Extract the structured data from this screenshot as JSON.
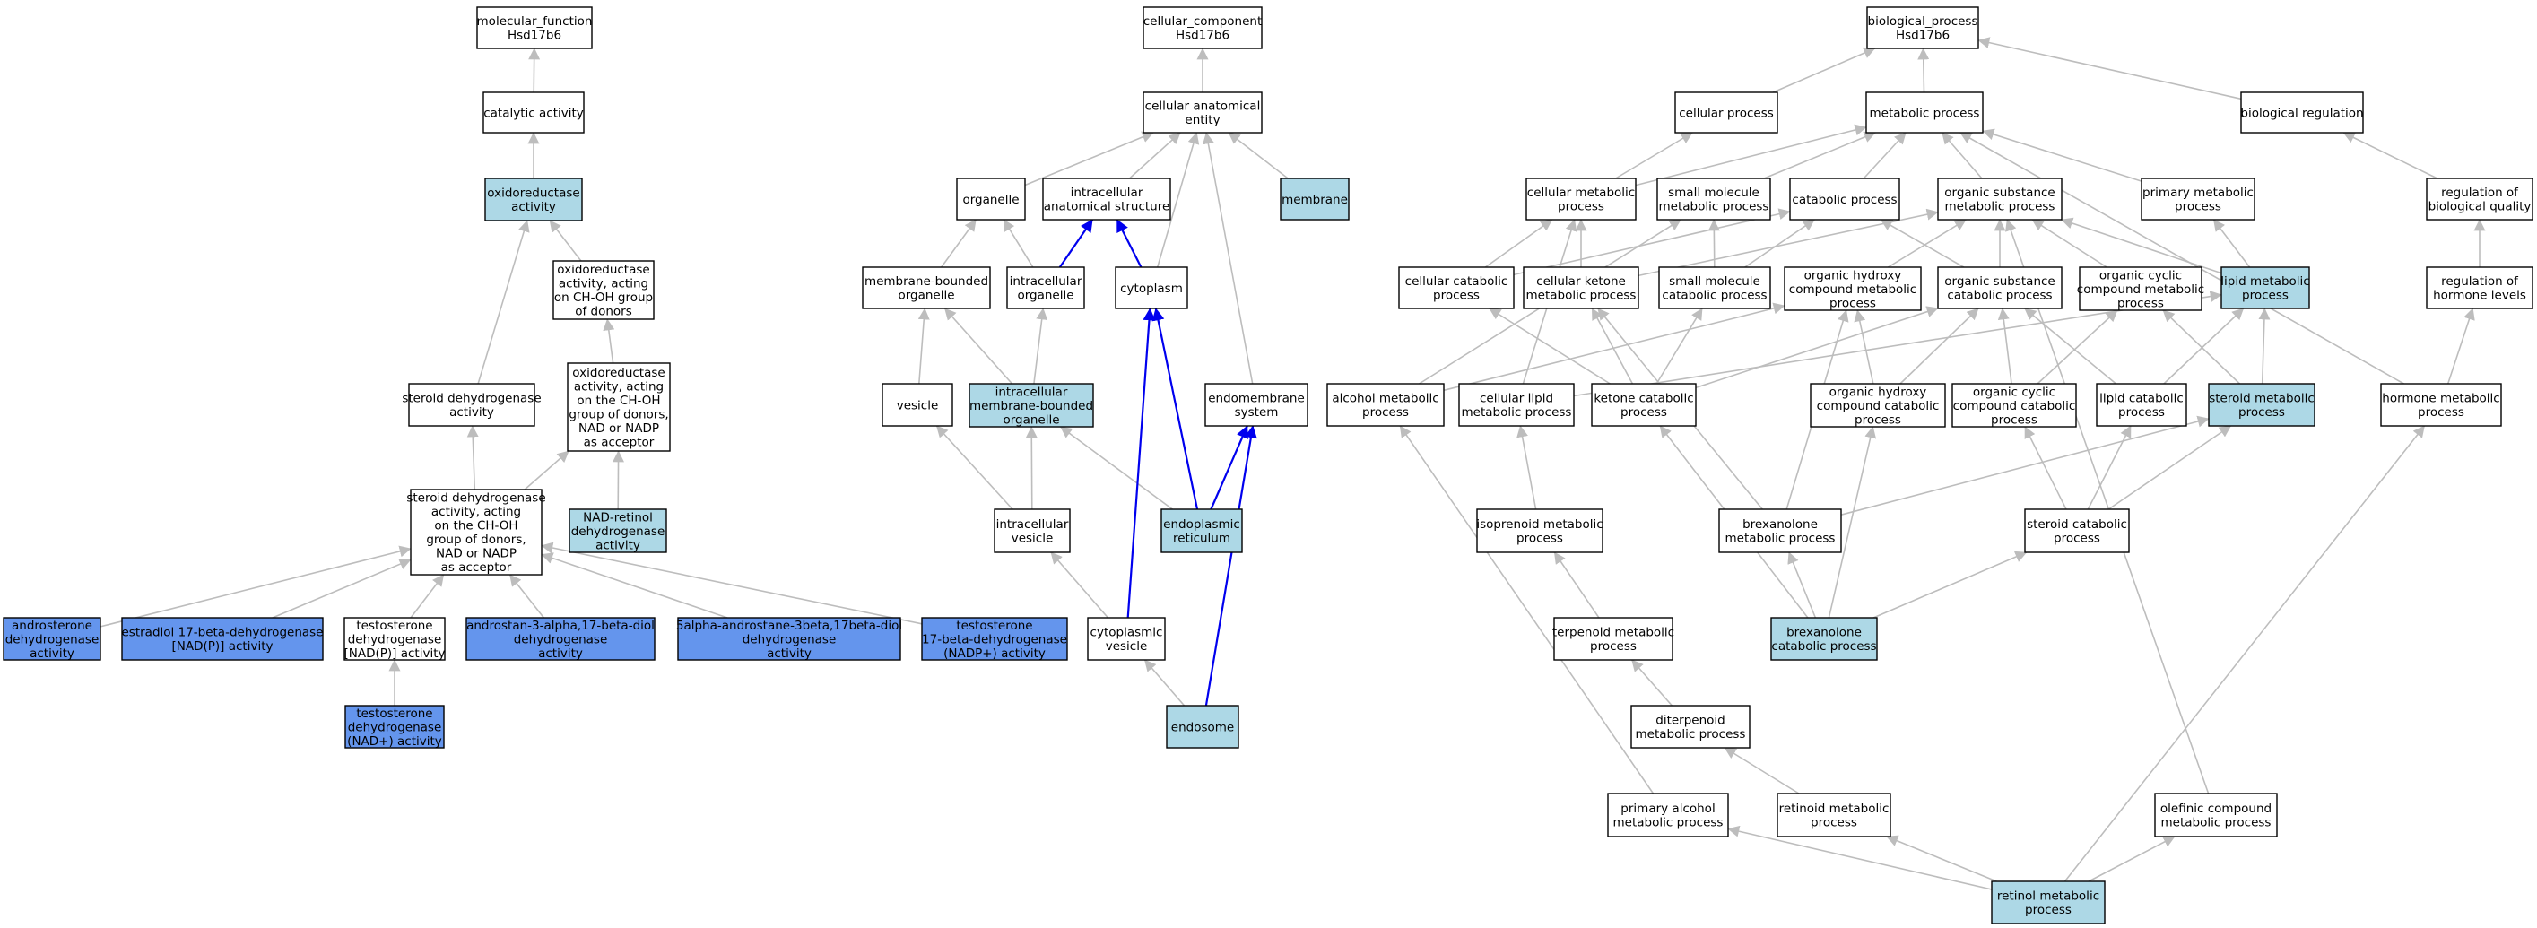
{
  "colors": {
    "plain": "#ffffff",
    "light": "#add8e6",
    "dark": "#6495ed",
    "edge": "#bdbdbd",
    "edge_strong": "#0000ee"
  },
  "nodes": [
    {
      "id": "mf_root",
      "lines": [
        "molecular_function",
        "Hsd17b6"
      ],
      "style": "plain"
    },
    {
      "id": "catalytic",
      "lines": [
        "catalytic activity"
      ],
      "style": "plain"
    },
    {
      "id": "oxidored",
      "lines": [
        "oxidoreductase",
        "activity"
      ],
      "style": "light"
    },
    {
      "id": "ox_choh",
      "lines": [
        "oxidoreductase",
        "activity, acting",
        "on CH-OH group",
        "of donors"
      ],
      "style": "plain"
    },
    {
      "id": "ox_nad",
      "lines": [
        "oxidoreductase",
        "activity, acting",
        "on the CH-OH",
        "group of donors,",
        "NAD or NADP",
        "as acceptor"
      ],
      "style": "plain"
    },
    {
      "id": "steroid_dh",
      "lines": [
        "steroid dehydrogenase",
        "activity"
      ],
      "style": "plain"
    },
    {
      "id": "steroid_dh_nad",
      "lines": [
        "steroid dehydrogenase",
        "activity, acting",
        "on the CH-OH",
        "group of donors,",
        "NAD or NADP",
        "as acceptor"
      ],
      "style": "plain"
    },
    {
      "id": "nad_retinol",
      "lines": [
        "NAD-retinol",
        "dehydrogenase",
        "activity"
      ],
      "style": "light"
    },
    {
      "id": "androsterone",
      "lines": [
        "androsterone",
        "dehydrogenase",
        "activity"
      ],
      "style": "dark"
    },
    {
      "id": "estradiol",
      "lines": [
        "estradiol 17-beta-dehydrogenase",
        "[NAD(P)] activity"
      ],
      "style": "dark"
    },
    {
      "id": "testo_nadp",
      "lines": [
        "testosterone",
        "dehydrogenase",
        "[NAD(P)] activity"
      ],
      "style": "plain"
    },
    {
      "id": "androstan",
      "lines": [
        "androstan-3-alpha,17-beta-diol",
        "dehydrogenase",
        "activity"
      ],
      "style": "dark"
    },
    {
      "id": "androstane5",
      "lines": [
        "5alpha-androstane-3beta,17beta-diol",
        "dehydrogenase",
        "activity"
      ],
      "style": "dark"
    },
    {
      "id": "testo17",
      "lines": [
        "testosterone",
        "17-beta-dehydrogenase",
        "(NADP+) activity"
      ],
      "style": "dark"
    },
    {
      "id": "testo_nad",
      "lines": [
        "testosterone",
        "dehydrogenase",
        "(NAD+) activity"
      ],
      "style": "dark"
    },
    {
      "id": "cc_root",
      "lines": [
        "cellular_component",
        "Hsd17b6"
      ],
      "style": "plain"
    },
    {
      "id": "cae",
      "lines": [
        "cellular anatomical",
        "entity"
      ],
      "style": "plain"
    },
    {
      "id": "organelle",
      "lines": [
        "organelle"
      ],
      "style": "plain"
    },
    {
      "id": "ias",
      "lines": [
        "intracellular",
        "anatomical structure"
      ],
      "style": "plain"
    },
    {
      "id": "membrane",
      "lines": [
        "membrane"
      ],
      "style": "light"
    },
    {
      "id": "mbo",
      "lines": [
        "membrane-bounded",
        "organelle"
      ],
      "style": "plain"
    },
    {
      "id": "io",
      "lines": [
        "intracellular",
        "organelle"
      ],
      "style": "plain"
    },
    {
      "id": "cytoplasm",
      "lines": [
        "cytoplasm"
      ],
      "style": "plain"
    },
    {
      "id": "vesicle",
      "lines": [
        "vesicle"
      ],
      "style": "plain"
    },
    {
      "id": "imbo",
      "lines": [
        "intracellular",
        "membrane-bounded",
        "organelle"
      ],
      "style": "light"
    },
    {
      "id": "endomem",
      "lines": [
        "endomembrane",
        "system"
      ],
      "style": "plain"
    },
    {
      "id": "iv",
      "lines": [
        "intracellular",
        "vesicle"
      ],
      "style": "plain"
    },
    {
      "id": "er",
      "lines": [
        "endoplasmic",
        "reticulum"
      ],
      "style": "light"
    },
    {
      "id": "cv",
      "lines": [
        "cytoplasmic",
        "vesicle"
      ],
      "style": "plain"
    },
    {
      "id": "endosome",
      "lines": [
        "endosome"
      ],
      "style": "light"
    },
    {
      "id": "bp_root",
      "lines": [
        "biological_process",
        "Hsd17b6"
      ],
      "style": "plain"
    },
    {
      "id": "cellular_process",
      "lines": [
        "cellular process"
      ],
      "style": "plain"
    },
    {
      "id": "metabolic",
      "lines": [
        "metabolic process"
      ],
      "style": "plain"
    },
    {
      "id": "bioreg",
      "lines": [
        "biological regulation"
      ],
      "style": "plain"
    },
    {
      "id": "cell_met",
      "lines": [
        "cellular metabolic",
        "process"
      ],
      "style": "plain"
    },
    {
      "id": "small_mol",
      "lines": [
        "small molecule",
        "metabolic process"
      ],
      "style": "plain"
    },
    {
      "id": "catabolic",
      "lines": [
        "catabolic process"
      ],
      "style": "plain"
    },
    {
      "id": "org_sub",
      "lines": [
        "organic substance",
        "metabolic process"
      ],
      "style": "plain"
    },
    {
      "id": "primary_met",
      "lines": [
        "primary metabolic",
        "process"
      ],
      "style": "plain"
    },
    {
      "id": "reg_bq",
      "lines": [
        "regulation of",
        "biological quality"
      ],
      "style": "plain"
    },
    {
      "id": "cell_cat",
      "lines": [
        "cellular catabolic",
        "process"
      ],
      "style": "plain"
    },
    {
      "id": "cell_ketone",
      "lines": [
        "cellular ketone",
        "metabolic process"
      ],
      "style": "plain"
    },
    {
      "id": "small_cat",
      "lines": [
        "small molecule",
        "catabolic process"
      ],
      "style": "plain"
    },
    {
      "id": "org_hydroxy",
      "lines": [
        "organic hydroxy",
        "compound metabolic",
        "process"
      ],
      "style": "plain"
    },
    {
      "id": "org_sub_cat",
      "lines": [
        "organic substance",
        "catabolic process"
      ],
      "style": "plain"
    },
    {
      "id": "org_cyclic",
      "lines": [
        "organic cyclic",
        "compound metabolic",
        "process"
      ],
      "style": "plain"
    },
    {
      "id": "lipid_met",
      "lines": [
        "lipid metabolic",
        "process"
      ],
      "style": "light"
    },
    {
      "id": "reg_hormone",
      "lines": [
        "regulation of",
        "hormone levels"
      ],
      "style": "plain"
    },
    {
      "id": "alcohol_met",
      "lines": [
        "alcohol metabolic",
        "process"
      ],
      "style": "plain"
    },
    {
      "id": "cell_lipid",
      "lines": [
        "cellular lipid",
        "metabolic process"
      ],
      "style": "plain"
    },
    {
      "id": "ketone_cat",
      "lines": [
        "ketone catabolic",
        "process"
      ],
      "style": "plain"
    },
    {
      "id": "org_hydroxy_cat",
      "lines": [
        "organic hydroxy",
        "compound catabolic",
        "process"
      ],
      "style": "plain"
    },
    {
      "id": "org_cyclic_cat",
      "lines": [
        "organic cyclic",
        "compound catabolic",
        "process"
      ],
      "style": "plain"
    },
    {
      "id": "lipid_cat",
      "lines": [
        "lipid catabolic",
        "process"
      ],
      "style": "plain"
    },
    {
      "id": "steroid_met",
      "lines": [
        "steroid metabolic",
        "process"
      ],
      "style": "light"
    },
    {
      "id": "hormone_met",
      "lines": [
        "hormone metabolic",
        "process"
      ],
      "style": "plain"
    },
    {
      "id": "isoprenoid",
      "lines": [
        "isoprenoid metabolic",
        "process"
      ],
      "style": "plain"
    },
    {
      "id": "brex_met",
      "lines": [
        "brexanolone",
        "metabolic process"
      ],
      "style": "plain"
    },
    {
      "id": "steroid_cat",
      "lines": [
        "steroid catabolic",
        "process"
      ],
      "style": "plain"
    },
    {
      "id": "terpenoid",
      "lines": [
        "terpenoid metabolic",
        "process"
      ],
      "style": "plain"
    },
    {
      "id": "brex_cat",
      "lines": [
        "brexanolone",
        "catabolic process"
      ],
      "style": "light"
    },
    {
      "id": "diterpenoid",
      "lines": [
        "diterpenoid",
        "metabolic process"
      ],
      "style": "plain"
    },
    {
      "id": "primary_alcohol",
      "lines": [
        "primary alcohol",
        "metabolic process"
      ],
      "style": "plain"
    },
    {
      "id": "retinoid",
      "lines": [
        "retinoid metabolic",
        "process"
      ],
      "style": "plain"
    },
    {
      "id": "olefinic",
      "lines": [
        "olefinic compound",
        "metabolic process"
      ],
      "style": "plain"
    },
    {
      "id": "retinol",
      "lines": [
        "retinol metabolic",
        "process"
      ],
      "style": "light"
    }
  ],
  "edges": [
    [
      "catalytic",
      "mf_root",
      "gray"
    ],
    [
      "oxidored",
      "catalytic",
      "gray"
    ],
    [
      "ox_choh",
      "oxidored",
      "gray"
    ],
    [
      "ox_nad",
      "ox_choh",
      "gray"
    ],
    [
      "steroid_dh",
      "oxidored",
      "gray"
    ],
    [
      "steroid_dh_nad",
      "steroid_dh",
      "gray"
    ],
    [
      "steroid_dh_nad",
      "ox_nad",
      "gray"
    ],
    [
      "nad_retinol",
      "ox_nad",
      "gray"
    ],
    [
      "androsterone",
      "steroid_dh_nad",
      "gray"
    ],
    [
      "estradiol",
      "steroid_dh_nad",
      "gray"
    ],
    [
      "testo_nadp",
      "steroid_dh_nad",
      "gray"
    ],
    [
      "androstan",
      "steroid_dh_nad",
      "gray"
    ],
    [
      "androstane5",
      "steroid_dh_nad",
      "gray"
    ],
    [
      "testo17",
      "steroid_dh_nad",
      "gray"
    ],
    [
      "testo_nad",
      "testo_nadp",
      "gray"
    ],
    [
      "cae",
      "cc_root",
      "gray"
    ],
    [
      "organelle",
      "cae",
      "gray"
    ],
    [
      "ias",
      "cae",
      "gray"
    ],
    [
      "membrane",
      "cae",
      "gray"
    ],
    [
      "mbo",
      "organelle",
      "gray"
    ],
    [
      "io",
      "organelle",
      "gray"
    ],
    [
      "io",
      "ias",
      "blue"
    ],
    [
      "cytoplasm",
      "ias",
      "blue"
    ],
    [
      "cytoplasm",
      "cae",
      "gray"
    ],
    [
      "vesicle",
      "mbo",
      "gray"
    ],
    [
      "imbo",
      "mbo",
      "gray"
    ],
    [
      "imbo",
      "io",
      "gray"
    ],
    [
      "endomem",
      "cae",
      "gray"
    ],
    [
      "iv",
      "vesicle",
      "gray"
    ],
    [
      "iv",
      "imbo",
      "gray"
    ],
    [
      "er",
      "imbo",
      "gray"
    ],
    [
      "er",
      "cytoplasm",
      "blue"
    ],
    [
      "er",
      "endomem",
      "blue"
    ],
    [
      "cv",
      "iv",
      "gray"
    ],
    [
      "cv",
      "cytoplasm",
      "blue"
    ],
    [
      "endosome",
      "cv",
      "gray"
    ],
    [
      "endosome",
      "endomem",
      "blue"
    ],
    [
      "cellular_process",
      "bp_root",
      "gray"
    ],
    [
      "metabolic",
      "bp_root",
      "gray"
    ],
    [
      "bioreg",
      "bp_root",
      "gray"
    ],
    [
      "cell_met",
      "cellular_process",
      "gray"
    ],
    [
      "cell_met",
      "metabolic",
      "gray"
    ],
    [
      "small_mol",
      "metabolic",
      "gray"
    ],
    [
      "catabolic",
      "metabolic",
      "gray"
    ],
    [
      "org_sub",
      "metabolic",
      "gray"
    ],
    [
      "primary_met",
      "metabolic",
      "gray"
    ],
    [
      "reg_bq",
      "bioreg",
      "gray"
    ],
    [
      "cell_cat",
      "cell_met",
      "gray"
    ],
    [
      "cell_cat",
      "catabolic",
      "gray"
    ],
    [
      "cell_ketone",
      "cell_met",
      "gray"
    ],
    [
      "cell_ketone",
      "org_sub",
      "gray"
    ],
    [
      "small_cat",
      "small_mol",
      "gray"
    ],
    [
      "small_cat",
      "catabolic",
      "gray"
    ],
    [
      "org_hydroxy",
      "org_sub",
      "gray"
    ],
    [
      "org_sub_cat",
      "org_sub",
      "gray"
    ],
    [
      "org_sub_cat",
      "catabolic",
      "gray"
    ],
    [
      "org_cyclic",
      "org_sub",
      "gray"
    ],
    [
      "lipid_met",
      "primary_met",
      "gray"
    ],
    [
      "lipid_met",
      "org_sub",
      "gray"
    ],
    [
      "reg_hormone",
      "reg_bq",
      "gray"
    ],
    [
      "alcohol_met",
      "org_hydroxy",
      "gray"
    ],
    [
      "alcohol_met",
      "small_mol",
      "gray"
    ],
    [
      "cell_lipid",
      "cell_met",
      "gray"
    ],
    [
      "cell_lipid",
      "lipid_met",
      "gray"
    ],
    [
      "ketone_cat",
      "cell_ketone",
      "gray"
    ],
    [
      "ketone_cat",
      "cell_cat",
      "gray"
    ],
    [
      "ketone_cat",
      "org_sub_cat",
      "gray"
    ],
    [
      "ketone_cat",
      "small_cat",
      "gray"
    ],
    [
      "org_hydroxy_cat",
      "org_hydroxy",
      "gray"
    ],
    [
      "org_hydroxy_cat",
      "org_sub_cat",
      "gray"
    ],
    [
      "org_cyclic_cat",
      "org_cyclic",
      "gray"
    ],
    [
      "org_cyclic_cat",
      "org_sub_cat",
      "gray"
    ],
    [
      "lipid_cat",
      "lipid_met",
      "gray"
    ],
    [
      "lipid_cat",
      "org_sub_cat",
      "gray"
    ],
    [
      "steroid_met",
      "lipid_met",
      "gray"
    ],
    [
      "steroid_met",
      "org_cyclic",
      "gray"
    ],
    [
      "hormone_met",
      "reg_hormone",
      "gray"
    ],
    [
      "hormone_met",
      "metabolic",
      "gray"
    ],
    [
      "isoprenoid",
      "cell_lipid",
      "gray"
    ],
    [
      "brex_met",
      "steroid_met",
      "gray"
    ],
    [
      "brex_met",
      "org_hydroxy",
      "gray"
    ],
    [
      "brex_met",
      "cell_ketone",
      "gray"
    ],
    [
      "steroid_cat",
      "steroid_met",
      "gray"
    ],
    [
      "steroid_cat",
      "lipid_cat",
      "gray"
    ],
    [
      "steroid_cat",
      "org_cyclic_cat",
      "gray"
    ],
    [
      "terpenoid",
      "isoprenoid",
      "gray"
    ],
    [
      "brex_cat",
      "brex_met",
      "gray"
    ],
    [
      "brex_cat",
      "steroid_cat",
      "gray"
    ],
    [
      "brex_cat",
      "org_hydroxy_cat",
      "gray"
    ],
    [
      "brex_cat",
      "ketone_cat",
      "gray"
    ],
    [
      "diterpenoid",
      "terpenoid",
      "gray"
    ],
    [
      "primary_alcohol",
      "alcohol_met",
      "gray"
    ],
    [
      "retinoid",
      "diterpenoid",
      "gray"
    ],
    [
      "olefinic",
      "org_sub",
      "gray"
    ],
    [
      "retinol",
      "primary_alcohol",
      "gray"
    ],
    [
      "retinol",
      "retinoid",
      "gray"
    ],
    [
      "retinol",
      "olefinic",
      "gray"
    ],
    [
      "retinol",
      "hormone_met",
      "gray"
    ]
  ]
}
